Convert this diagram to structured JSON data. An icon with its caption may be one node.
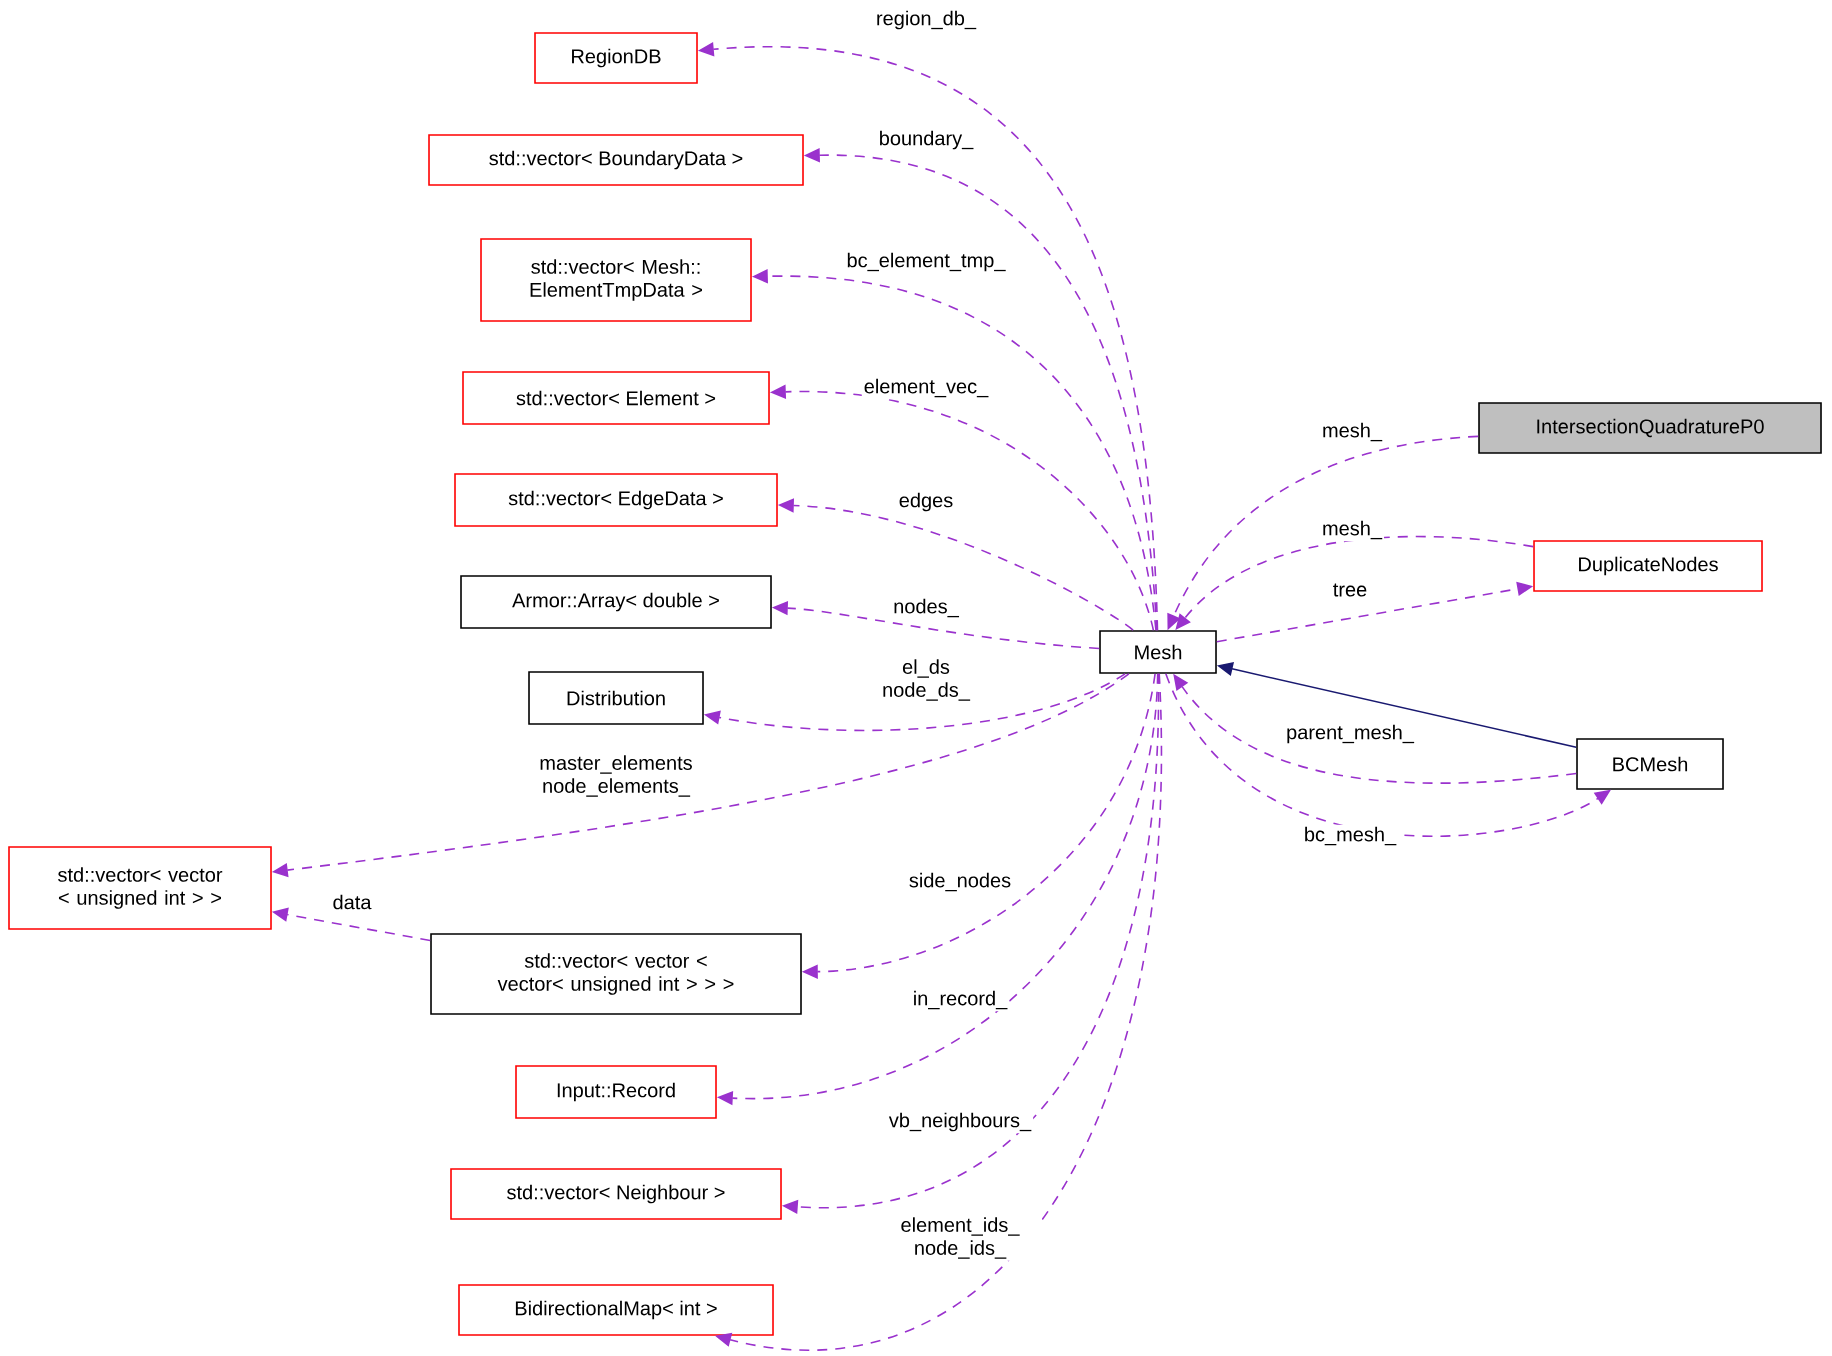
{
  "diagram": {
    "nodes": [
      {
        "text": [
          "IntersectionQuadratureP0"
        ]
      },
      {
        "text": [
          "Mesh"
        ]
      },
      {
        "text": [
          "DuplicateNodes"
        ]
      },
      {
        "text": [
          "BCMesh"
        ]
      },
      {
        "text": [
          "RegionDB"
        ]
      },
      {
        "text": [
          "std::vector< BoundaryData >"
        ]
      },
      {
        "text": [
          "std::vector< Mesh:: ElementTmpData >"
        ]
      },
      {
        "text": [
          "std::vector< Element >"
        ]
      },
      {
        "text": [
          "std::vector< EdgeData >"
        ]
      },
      {
        "text": [
          "Armor::Array< double >"
        ]
      },
      {
        "text": [
          "Distribution"
        ]
      },
      {
        "text": [
          "std::vector< vector < unsigned int > >"
        ]
      },
      {
        "text": [
          "std::vector< vector < vector< unsigned int > > >"
        ]
      },
      {
        "text": [
          "Input::Record"
        ]
      },
      {
        "text": [
          "std::vector< Neighbour >"
        ]
      },
      {
        "text": [
          "BidirectionalMap< int >"
        ]
      }
    ],
    "edges": [
      {
        "from": 0,
        "to": 1,
        "arrow": "to",
        "label": "mesh_",
        "style": "dashed"
      },
      {
        "from": 2,
        "to": 1,
        "arrow": "to",
        "label": "mesh_",
        "style": "dashed"
      },
      {
        "from": 1,
        "to": 2,
        "arrow": "to",
        "label": "tree",
        "style": "dashed"
      },
      {
        "from": 3,
        "to": 1,
        "arrow": "to",
        "color": "#191970"
      },
      {
        "from": 3,
        "to": 1,
        "arrow": "to",
        "label": "parent_mesh_",
        "style": "dashed"
      },
      {
        "from": 1,
        "to": 3,
        "arrow": "to",
        "label": "bc_mesh_",
        "style": "dashed"
      },
      {
        "from": 1,
        "to": 4,
        "arrow": "to",
        "label": "region_db_",
        "style": "dashed"
      },
      {
        "from": 1,
        "to": 5,
        "arrow": "to",
        "label": "boundary_",
        "style": "dashed"
      },
      {
        "from": 1,
        "to": 6,
        "arrow": "to",
        "label": "bc_element_tmp_",
        "style": "dashed"
      },
      {
        "from": 1,
        "to": 7,
        "arrow": "to",
        "label": "element_vec_",
        "style": "dashed"
      },
      {
        "from": 1,
        "to": 8,
        "arrow": "to",
        "label": "edges",
        "style": "dashed"
      },
      {
        "from": 1,
        "to": 9,
        "arrow": "to",
        "label": "nodes_",
        "style": "dashed"
      },
      {
        "from": 1,
        "to": 10,
        "arrow": "to",
        "label": "el_ds node_ds_",
        "style": "dashed"
      },
      {
        "from": 1,
        "to": 11,
        "arrow": "to",
        "label": "master_elements node_elements_",
        "style": "dashed"
      },
      {
        "from": 12,
        "to": 11,
        "arrow": "to",
        "label": "data",
        "style": "dashed"
      },
      {
        "from": 1,
        "to": 12,
        "arrow": "to",
        "label": "side_nodes",
        "style": "dashed"
      },
      {
        "from": 1,
        "to": 13,
        "arrow": "to",
        "label": "in_record_",
        "style": "dashed"
      },
      {
        "from": 1,
        "to": 14,
        "arrow": "to",
        "label": "vb_neighbours_",
        "style": "dashed"
      },
      {
        "from": 1,
        "to": 15,
        "arrow": "to",
        "label": "element_ids_ node_ids_",
        "style": "dashed"
      }
    ]
  }
}
